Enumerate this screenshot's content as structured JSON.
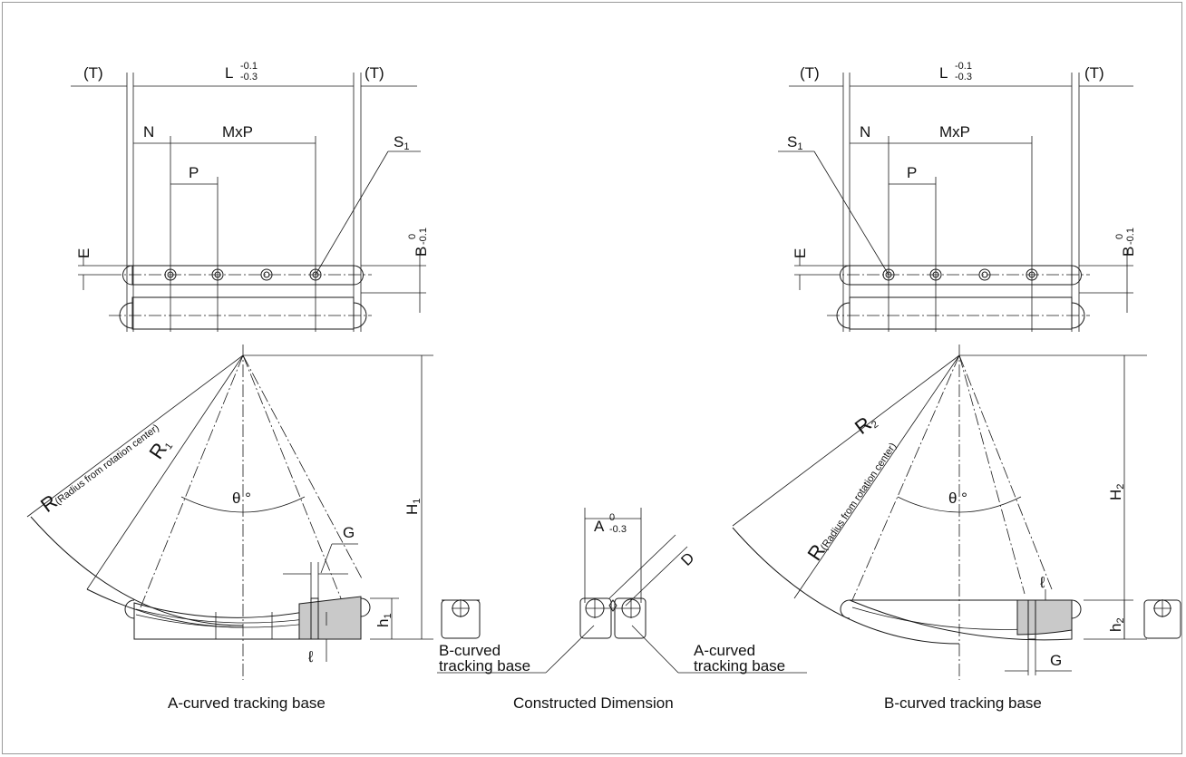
{
  "labels": {
    "T": "(T)",
    "L": "L",
    "L_tol_up": "-0.1",
    "L_tol_dn": "-0.3",
    "N": "N",
    "MxP": "MxP",
    "P": "P",
    "S": "S",
    "S_sub": "1",
    "E": "E",
    "B": "B",
    "B_tol_up": "0",
    "B_tol_dn": "-0.1",
    "R": "R",
    "R_note": "(Radius from rotation center)",
    "R1_sub": "1",
    "R2_sub": "2",
    "theta": "θ °",
    "G": "G",
    "H": "H",
    "H1_sub": "1",
    "H2_sub": "2",
    "h": "h",
    "h1_sub": "1",
    "h2_sub": "2",
    "ell": "ℓ",
    "A": "A",
    "A_tol_up": "0",
    "A_tol_dn": "-0.3",
    "D": "D",
    "b_base_1": "B-curved",
    "b_base_2": "tracking base",
    "a_base_1": "A-curved",
    "a_base_2": "tracking base"
  },
  "captions": {
    "left": "A-curved tracking base",
    "center": "Constructed Dimension",
    "right": "B-curved tracking base"
  }
}
